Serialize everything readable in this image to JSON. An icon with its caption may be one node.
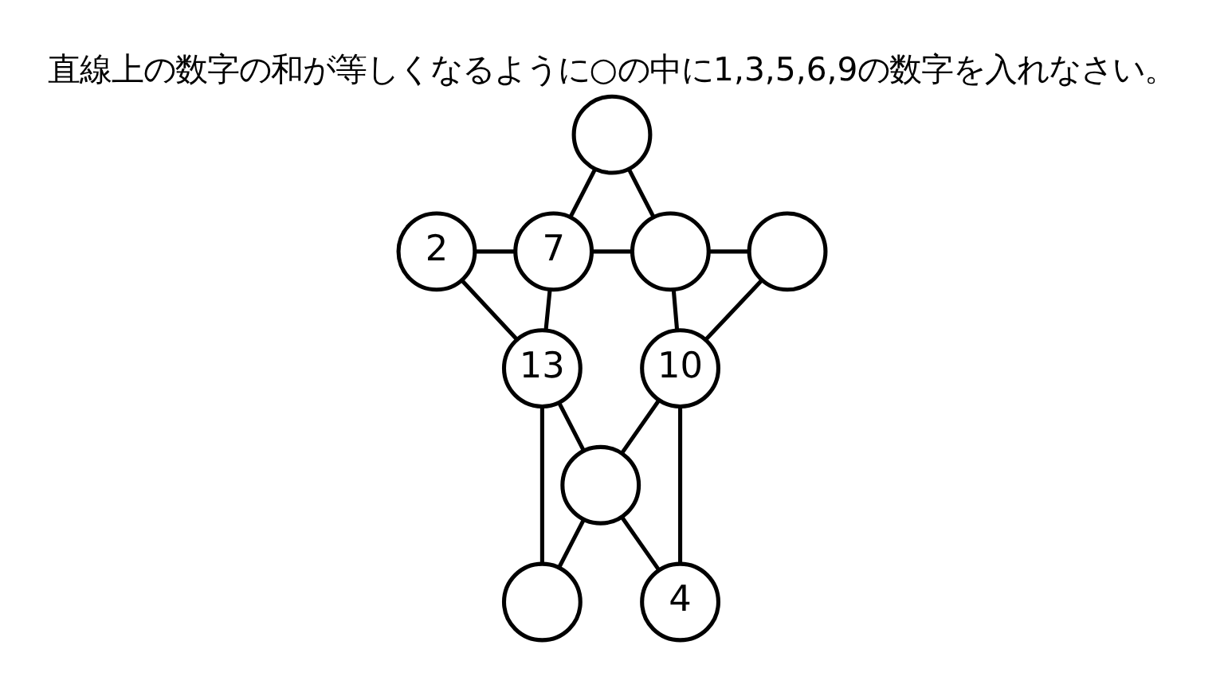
{
  "diagram": {
    "title": "直線上の数字の和が等しくなるように○の中に1,3,5,6,9の数字を入れなさい。",
    "nodes": [
      {
        "text": [],
        "shape": "circle"
      },
      {
        "text": [
          "2"
        ]
      },
      {
        "text": [
          "7"
        ]
      },
      {
        "text": [],
        "shape": "circle"
      },
      {
        "text": [],
        "shape": "circle"
      },
      {
        "text": [
          "13"
        ]
      },
      {
        "text": [
          "10"
        ]
      },
      {
        "text": [],
        "shape": "circle"
      },
      {
        "text": [],
        "shape": "circle"
      },
      {
        "text": [
          "4"
        ]
      }
    ],
    "edges": [
      {
        "from": 0,
        "to": 2,
        "arrow": "none"
      },
      {
        "from": 0,
        "to": 3,
        "arrow": "none"
      },
      {
        "from": 1,
        "to": 2,
        "arrow": "none"
      },
      {
        "from": 2,
        "to": 3,
        "arrow": "none"
      },
      {
        "from": 3,
        "to": 4,
        "arrow": "none"
      },
      {
        "from": 1,
        "to": 5,
        "arrow": "none"
      },
      {
        "from": 2,
        "to": 5,
        "arrow": "none"
      },
      {
        "from": 3,
        "to": 6,
        "arrow": "none"
      },
      {
        "from": 4,
        "to": 6,
        "arrow": "none"
      },
      {
        "from": 5,
        "to": 8,
        "arrow": "none"
      },
      {
        "from": 6,
        "to": 9,
        "arrow": "none"
      },
      {
        "from": 5,
        "to": 7,
        "arrow": "none"
      },
      {
        "from": 6,
        "to": 7,
        "arrow": "none"
      },
      {
        "from": 7,
        "to": 8,
        "arrow": "none"
      },
      {
        "from": 7,
        "to": 9,
        "arrow": "none"
      }
    ]
  }
}
